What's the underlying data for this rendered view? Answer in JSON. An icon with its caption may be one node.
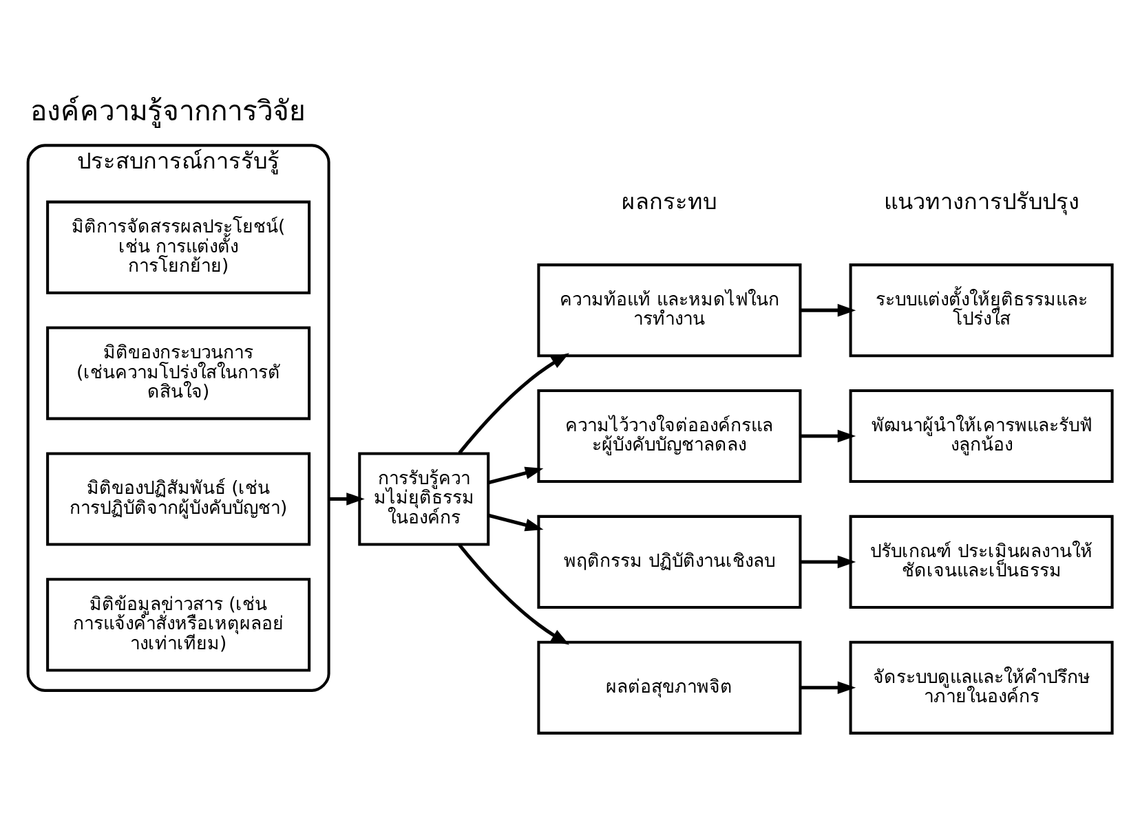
{
  "diagram": {
    "title": "องค์ความรู้จากการวิจัย",
    "nodes": [
      {
        "text": [
          "ประสบการณ์การรับรู้"
        ]
      },
      {
        "text": [
          "มิติการจัดสรรผลประโยชน์(เช่น การแต่งตั้ง การโยกย้าย)"
        ],
        "in": 0
      },
      {
        "text": [
          "มิติของกระบวนการ (เช่นความโปร่งใสในการตัดสินใจ)"
        ],
        "in": 0
      },
      {
        "text": [
          "มิติของปฏิสัมพันธ์ (เช่น การปฏิบัติจากผู้บังคับบัญชา)"
        ],
        "in": 0
      },
      {
        "text": [
          "มิติข้อมูลข่าวสาร (เช่น การแจ้งคำสั่งหรือเหตุผลอย่างเท่าเทียม)"
        ],
        "in": 0
      },
      {
        "text": [
          "การรับรู้ความไม่ยุติธรรมในองค์กร"
        ]
      },
      {
        "text": [
          "ความท้อแท้ และหมดไฟในการทำงาน"
        ]
      },
      {
        "text": [
          "ความไว้วางใจต่อองค์กรและผู้บังคับบัญชาลดลง"
        ]
      },
      {
        "text": [
          "พฤติกรรม ปฏิบัติงานเชิงลบ"
        ]
      },
      {
        "text": [
          "ผลต่อสุขภาพจิต"
        ]
      },
      {
        "text": [
          "ระบบแต่งตั้งให้ยุติธรรมและโปร่งใส"
        ]
      },
      {
        "text": [
          "พัฒนาผู้นำให้เคารพและรับฟังลูกน้อง"
        ]
      },
      {
        "text": [
          "ปรับเกณฑ์ ประเมินผลงานให้ชัดเจนและเป็นธรรม"
        ]
      },
      {
        "text": [
          "จัดระบบดูแลและให้คำปรึกษาภายในองค์กร"
        ]
      }
    ],
    "edges": [
      {
        "from": 0,
        "to": 5,
        "arrow": "to"
      },
      {
        "from": 5,
        "to": 6,
        "arrow": "to"
      },
      {
        "from": 5,
        "to": 7,
        "arrow": "to"
      },
      {
        "from": 5,
        "to": 8,
        "arrow": "to"
      },
      {
        "from": 5,
        "to": 9,
        "arrow": "to"
      },
      {
        "from": 6,
        "to": 10,
        "arrow": "to"
      },
      {
        "from": 7,
        "to": 11,
        "arrow": "to"
      },
      {
        "from": 8,
        "to": 12,
        "arrow": "to"
      },
      {
        "from": 9,
        "to": 13,
        "arrow": "to"
      }
    ],
    "labels": [
      "ผลกระทบ",
      "แนวทางการปรับปรุง"
    ]
  }
}
